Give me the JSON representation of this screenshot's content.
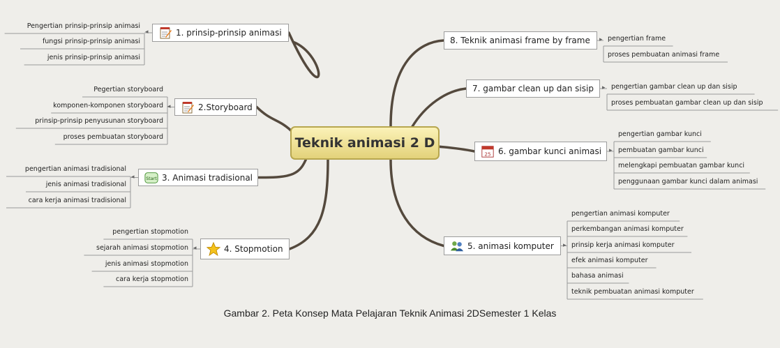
{
  "center": {
    "label": "Teknik animasi 2 D"
  },
  "topics": [
    {
      "id": "t1",
      "label": "1. prinsip-prinsip animasi",
      "icon": "notepad-icon",
      "subs": [
        "Pengertian prinsip-prinsip animasi",
        "fungsi prinsip-prinsip animasi",
        "jenis prinsip-prinsip animasi"
      ]
    },
    {
      "id": "t2",
      "label": "2.Storyboard",
      "icon": "notepad-icon",
      "subs": [
        "Pegertian storyboard",
        "komponen-komponen storyboard",
        "prinsip-prinsip penyusunan storyboard",
        "proses pembuatan storyboard"
      ]
    },
    {
      "id": "t3",
      "label": "3. Animasi tradisional",
      "icon": "start-icon",
      "icon_text": "Start",
      "subs": [
        "pengertian animasi tradisional",
        "jenis animasi tradisional",
        "cara kerja animasi tradisional"
      ]
    },
    {
      "id": "t4",
      "label": "4. Stopmotion",
      "icon": "star-icon",
      "subs": [
        "pengertian stopmotion",
        "sejarah animasi stopmotion",
        "jenis animasi stopmotion",
        "cara kerja stopmotion"
      ]
    },
    {
      "id": "t5",
      "label": "5. animasi komputer",
      "icon": "users-icon",
      "subs": [
        "pengertian animasi komputer",
        "perkembangan animasi komputer",
        "prinsip kerja animasi komputer",
        "efek animasi komputer",
        "bahasa animasi",
        "teknik pembuatan animasi komputer"
      ]
    },
    {
      "id": "t6",
      "label": "6. gambar kunci animasi",
      "icon": "calendar-icon",
      "icon_text": "25",
      "subs": [
        "pengertian gambar kunci",
        "pembuatan gambar kunci",
        "melengkapi pembuatan gambar kunci",
        "penggunaan gambar kunci dalam animasi"
      ]
    },
    {
      "id": "t7",
      "label": "7. gambar clean up dan sisip",
      "subs": [
        "pengertian gambar clean up dan sisip",
        "proses pembuatan gambar clean up dan sisip"
      ]
    },
    {
      "id": "t8",
      "label": "8. Teknik animasi frame by frame",
      "subs": [
        "pengertian frame",
        "proses pembuatan animasi frame"
      ]
    }
  ],
  "caption": "Gambar 2. Peta Konsep Mata Pelajaran Teknik Animasi 2DSemester 1 Kelas",
  "colors": {
    "branch": "#54493d",
    "center_border": "#b7a64f",
    "leaf_line": "#9a9a9a"
  }
}
